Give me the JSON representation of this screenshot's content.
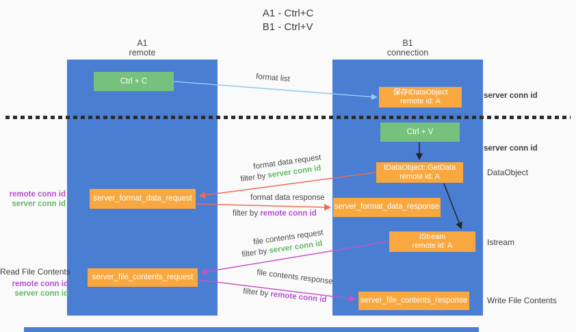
{
  "title": {
    "line1": "A1 - Ctrl+C",
    "line2": "B1 - Ctrl+V"
  },
  "columns": {
    "a": {
      "id": "A1",
      "name": "remote"
    },
    "b": {
      "id": "B1",
      "name": "connection"
    }
  },
  "nodes": {
    "ctrl_c": {
      "label": "Ctrl + C"
    },
    "ctrl_v": {
      "label": "Ctrl + V"
    },
    "save_dataobject": {
      "line1": "保存IDataObject",
      "line2": "remote id: A"
    },
    "getdata": {
      "line1": "IDataObject::GetData",
      "line2": "remote id: A"
    },
    "istream": {
      "line1": "IStream",
      "line2": "remote id: A"
    },
    "server_format_data_request": {
      "label": "server_format_data_request"
    },
    "server_format_data_response": {
      "label": "server_format_data_response"
    },
    "server_file_contents_request": {
      "label": "server_file_contents_request"
    },
    "server_file_contents_response": {
      "label": "server_file_contents_response"
    }
  },
  "arrow_labels": {
    "format_list": "format list",
    "format_data_request": "format data request",
    "format_data_request_filter_prefix": "filter by ",
    "format_data_request_filter_key": "server conn id",
    "format_data_response": "format data response",
    "format_data_response_filter_prefix": "filter by ",
    "format_data_response_filter_key": "remote conn id",
    "file_contents_request": "file contents request",
    "file_contents_request_filter_prefix": "filter by ",
    "file_contents_request_filter_key": "server conn id",
    "file_contents_response": "file contents response",
    "file_contents_response_filter_prefix": "filter by ",
    "file_contents_response_filter_key": "remote conn id"
  },
  "side_labels": {
    "server_conn_id_top": "server conn id",
    "server_conn_id_mid": "server conn id",
    "dataobject": "DataObject",
    "istream": "Istream",
    "write_file_contents": "Write File Contents",
    "read_file_contents": "Read File Contents",
    "fmt_remote_conn_id": "remote conn id",
    "fmt_server_conn_id": "server conn id",
    "file_remote_conn_id": "remote conn id",
    "file_server_conn_id": "server conn id"
  },
  "colors": {
    "column_blue": "#4a7ed3",
    "box_green": "#76c27c",
    "box_orange": "#f8a83e",
    "arrow_red": "#ee6a5a",
    "arrow_magenta": "#c653c8",
    "arrow_lightblue": "#90c9f0",
    "arrow_black": "#222222",
    "text_green": "#62b966",
    "text_purple": "#b44fd0"
  }
}
